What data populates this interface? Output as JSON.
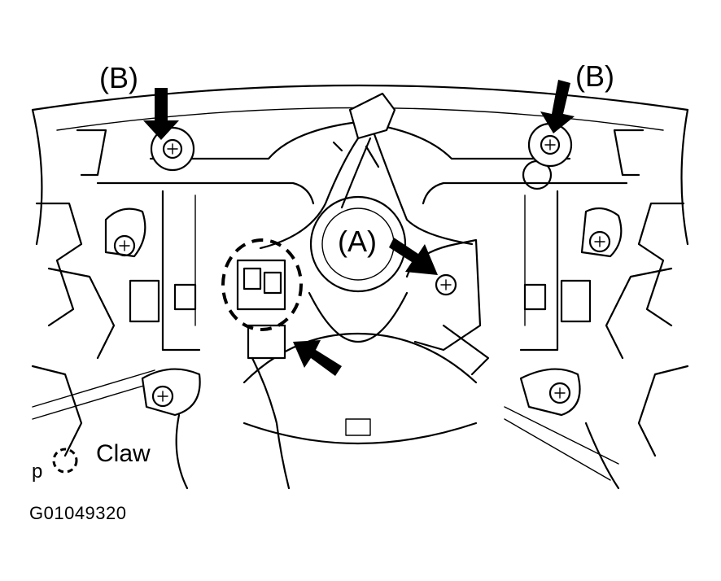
{
  "labels": {
    "b_left": "(B)",
    "b_right": "(B)",
    "a": "(A)"
  },
  "legend": {
    "marker": "p",
    "symbol_icon": "dashed-circle-icon",
    "text": "Claw"
  },
  "figure_code": "G01049320",
  "colors": {
    "line": "#000000",
    "background": "#ffffff"
  }
}
